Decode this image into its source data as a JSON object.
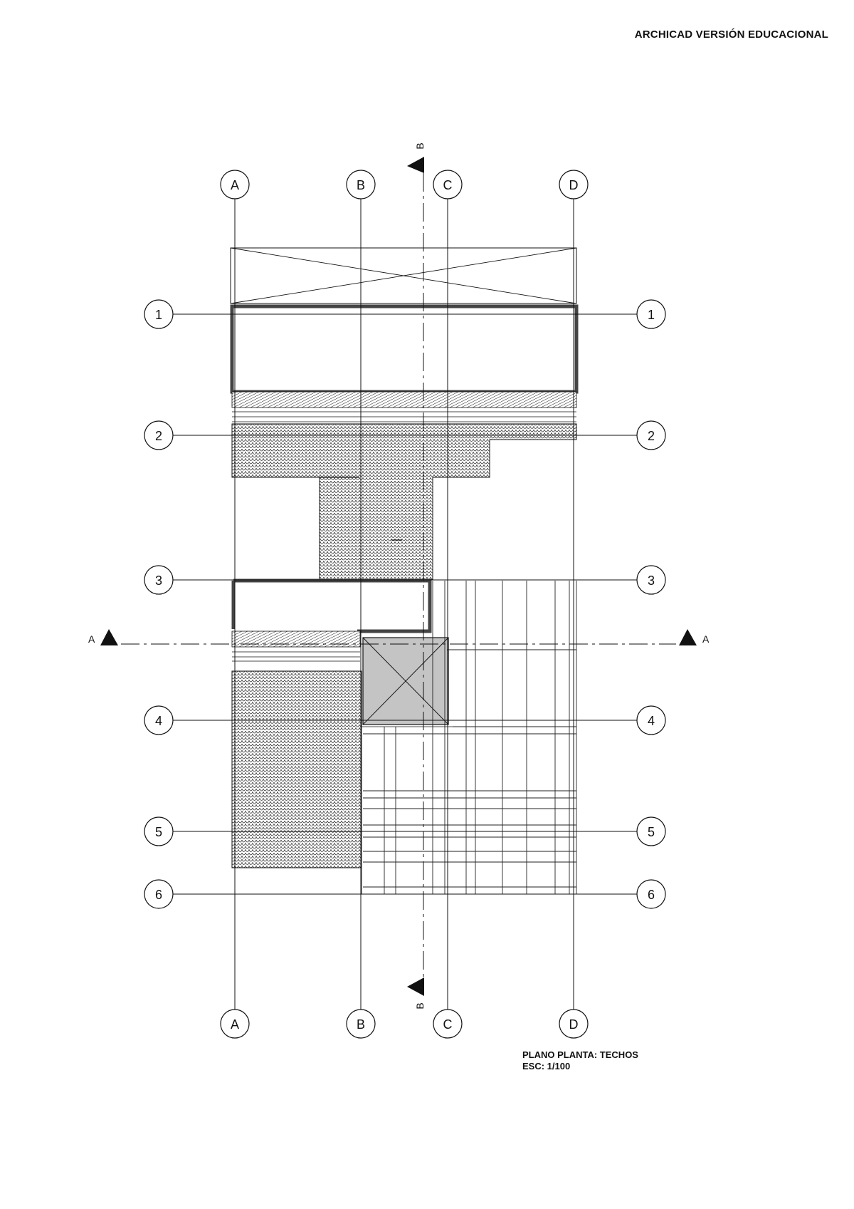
{
  "watermark": "ARCHICAD VERSIÓN EDUCACIONAL",
  "grid_columns": [
    "A",
    "B",
    "C",
    "D"
  ],
  "grid_rows": [
    "1",
    "2",
    "3",
    "4",
    "5",
    "6"
  ],
  "section_markers": {
    "horizontal": "A",
    "vertical": "B"
  },
  "title_block": {
    "title": "PLANO PLANTA: TECHOS",
    "scale": "ESC: 1/100"
  }
}
